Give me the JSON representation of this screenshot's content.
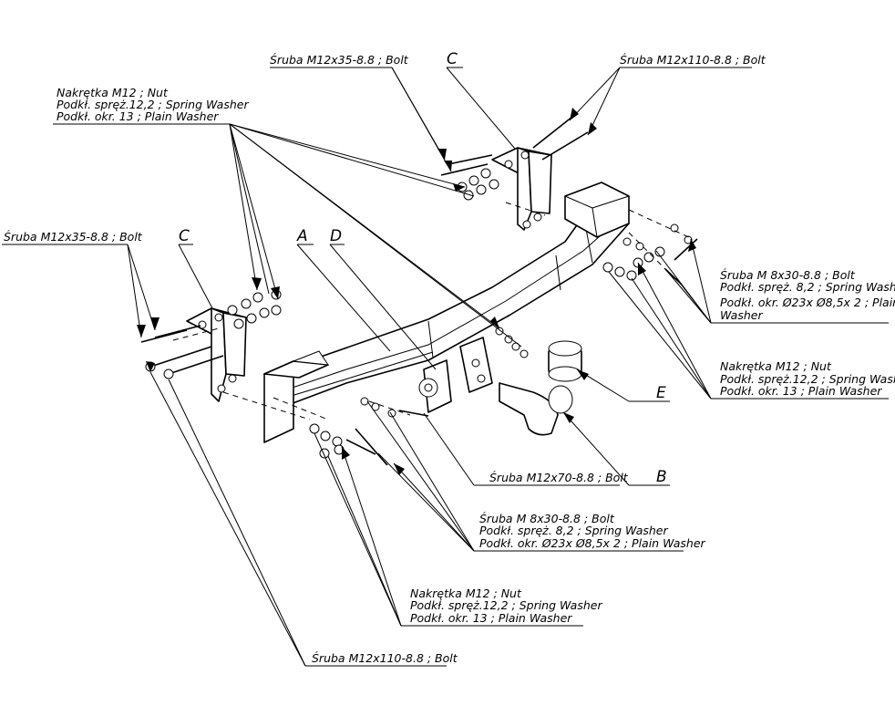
{
  "letters": {
    "a": "A",
    "b": "B",
    "c": "C",
    "d": "D",
    "e": "E"
  },
  "labels": {
    "bolt_m12x35": "Śruba M12x35-8.8 ;  Bolt",
    "bolt_m12x110": "Śruba M12x110-8.8 ;  Bolt",
    "bolt_m12x70": "Śruba M12x70-8.8 ;  Bolt",
    "nut_m12": "Nakrętka  M12 ; Nut",
    "spring_washer_12": "Podkł. spręż.12,2 ; Spring Washer",
    "plain_washer_13": "Podkł. okr. 13 ; Plain Washer",
    "bolt_m8x30": "Śruba M 8x30-8.8 ;  Bolt",
    "spring_washer_8": "Podkł. spręż. 8,2 ; Spring Washer",
    "plain_washer_23": "Podkł. okr.  Ø23x Ø8,5x 2 ; Plain Washer",
    "plain_washer_23_split": "Podkł. okr.  Ø23x Ø8,5x 2 ; Plain",
    "washer_word": "Washer"
  }
}
